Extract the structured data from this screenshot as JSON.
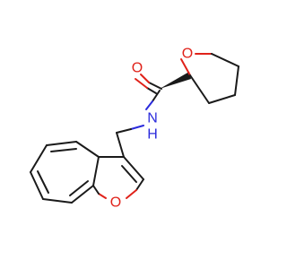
{
  "molecule": {
    "atoms": {
      "carbonyl_oxygen": "O",
      "ring_oxygen_thf": "O",
      "amide_nitrogen": "N",
      "amide_hydrogen": "H",
      "furan_oxygen": "O"
    },
    "colors": {
      "oxygen": "#e0221a",
      "nitrogen": "#2b2bdc",
      "carbon_bond": "#1a1a1a"
    }
  }
}
